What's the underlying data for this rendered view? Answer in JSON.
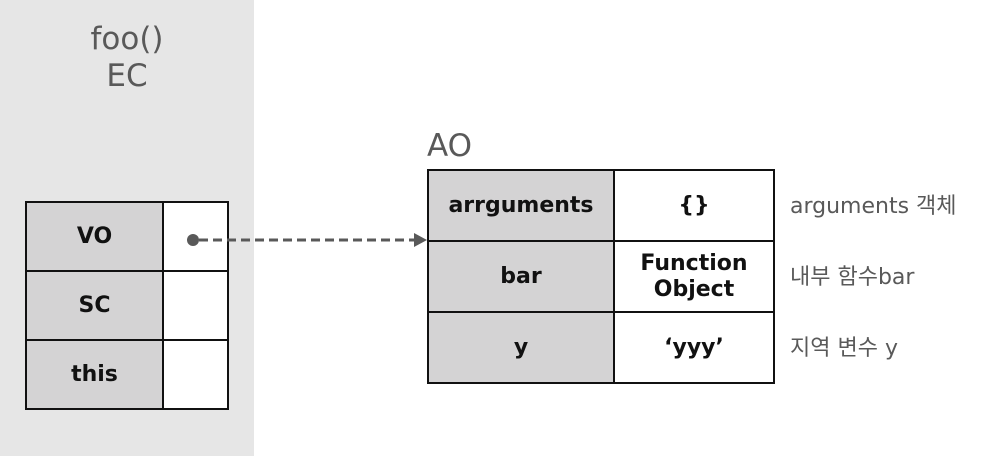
{
  "execution_context": {
    "title_line1": "foo()",
    "title_line2": "EC",
    "rows": [
      {
        "key": "VO",
        "value": "",
        "has_pointer": true
      },
      {
        "key": "SC",
        "value": ""
      },
      {
        "key": "this",
        "value": ""
      }
    ]
  },
  "activation_object": {
    "label": "AO",
    "rows": [
      {
        "key": "arrguments",
        "value_line1": "{}",
        "value_line2": "",
        "note": "arguments 객체"
      },
      {
        "key": "bar",
        "value_line1": "Function",
        "value_line2": "Object",
        "note": "내부 함수bar"
      },
      {
        "key": "y",
        "value_line1": "‘yyy’",
        "value_line2": "",
        "note": "지역 변수 y"
      }
    ]
  },
  "colors": {
    "panel_bg": "#e6e6e6",
    "key_cell_bg": "#d4d3d4",
    "value_cell_bg": "#ffffff",
    "border": "#111111",
    "label_text": "#595959",
    "arrow": "#595959"
  }
}
